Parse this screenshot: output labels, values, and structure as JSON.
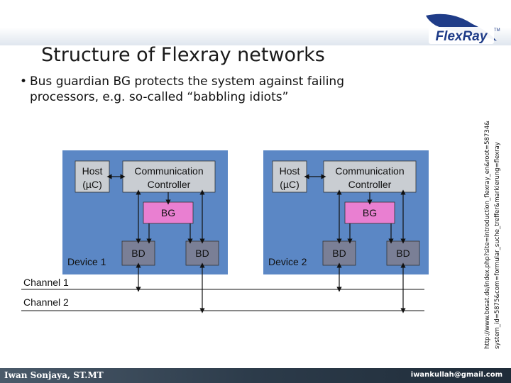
{
  "slide": {
    "title": "Structure of Flexray networks",
    "bullet_line1": "Bus guardian BG protects the system against failing",
    "bullet_line2": "processors, e.g. so-called “babbling idiots”",
    "logo_text": "FlexRay",
    "logo_tm": "TM",
    "side_url_line1": "http://www.bosat.de/index.php?site=introduction_flexray_en&root=58734&",
    "side_url_line2": "system_id=5875&com=formular_suche_treffer&markierung=flexray",
    "footer_author": "Iwan Sonjaya, ST.MT",
    "footer_email": "iwankullah@gmail.com"
  },
  "diagram": {
    "device1": {
      "host_line1": "Host",
      "host_line2": "(µC)",
      "cc_line1": "Communication",
      "cc_line2": "Controller",
      "bg": "BG",
      "bd_left": "BD",
      "bd_right": "BD",
      "label": "Device 1"
    },
    "device2": {
      "host_line1": "Host",
      "host_line2": "(µC)",
      "cc_line1": "Communication",
      "cc_line2": "Controller",
      "bg": "BG",
      "bd_left": "BD",
      "bd_right": "BD",
      "label": "Device 2"
    },
    "channel1": "Channel 1",
    "channel2": "Channel 2",
    "colors": {
      "device_fill": "#5b87c5",
      "host_fill": "#c9cdd2",
      "bg_fill": "#e97fd1",
      "bd_fill": "#7a7f96",
      "logo_blue": "#1f3c88",
      "logo_red": "#d62020"
    }
  }
}
